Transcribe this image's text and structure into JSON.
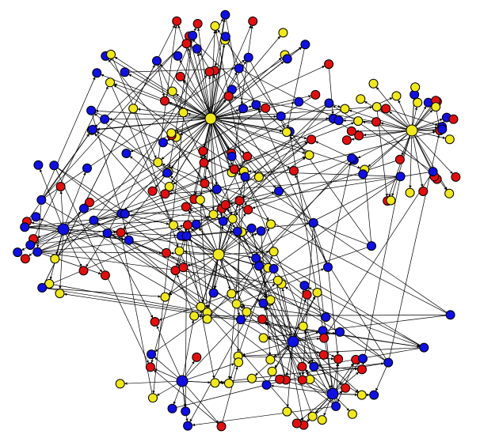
{
  "diagram": {
    "type": "directed-network-graph",
    "arrowheads": true,
    "colors": {
      "background": "#ffffff",
      "edge": "#000000",
      "node_outline": "#000000",
      "node_fill": {
        "blue": "#1010e0",
        "red": "#e01010",
        "yellow": "#f0e81e"
      }
    },
    "node_groups": {
      "blue": "blue",
      "red": "red",
      "yellow": "yellow"
    },
    "hub_count": 7,
    "hub_fill": [
      "yellow",
      "yellow",
      "blue",
      "yellow",
      "blue",
      "blue",
      "blue"
    ],
    "hub_fanout": [
      80,
      36,
      18,
      30,
      22,
      18,
      14
    ],
    "cross_link_count": 230
  }
}
